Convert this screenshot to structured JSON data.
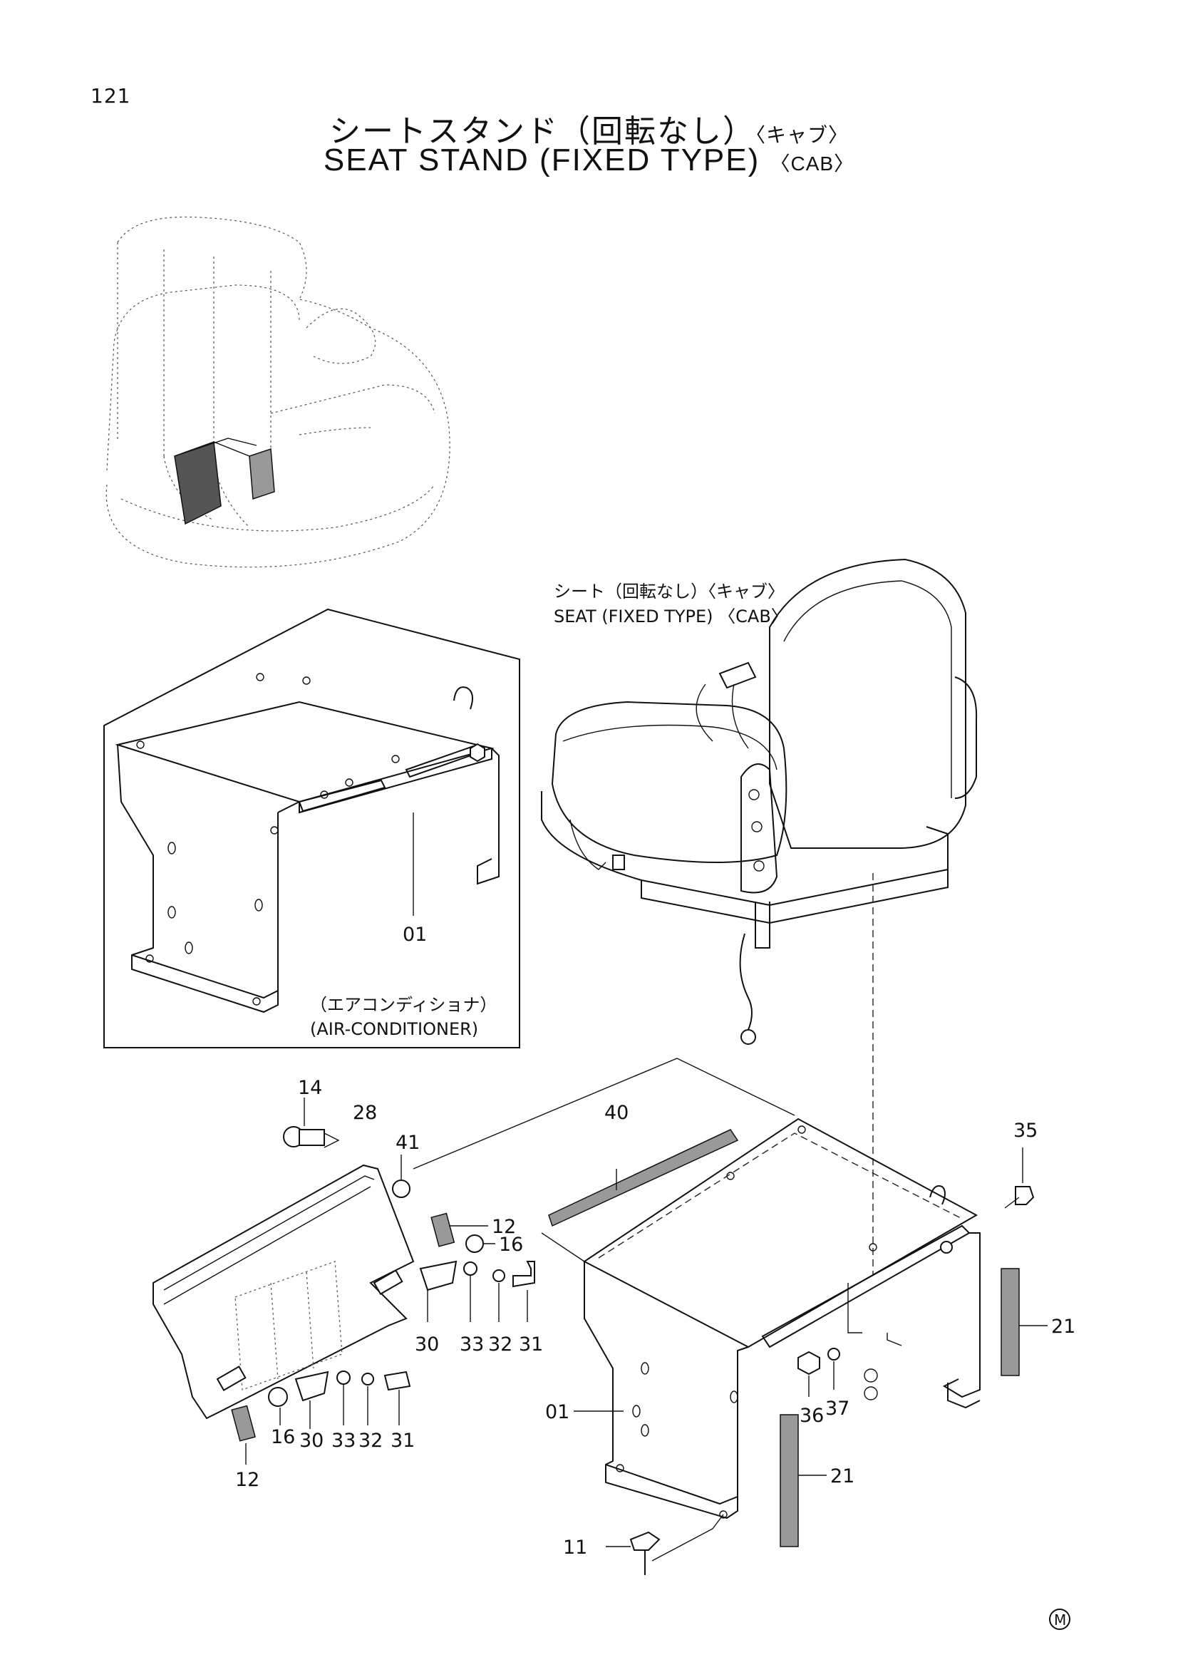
{
  "page_number": "121",
  "title": {
    "japanese": "シートスタンド（回転なし）",
    "japanese_suffix": "〈キャブ〉",
    "english": "SEAT STAND (FIXED TYPE)",
    "english_suffix": "〈CAB〉"
  },
  "seat_label": {
    "japanese": "シート（回転なし）〈キャブ〉",
    "english": "SEAT (FIXED TYPE) 〈CAB〉"
  },
  "inset_label": {
    "japanese": "（エアコンディショナ）",
    "english": "(AIR-CONDITIONER)"
  },
  "callouts": {
    "inset_01": "01",
    "p14": "14",
    "p28": "28",
    "p41": "41",
    "p40": "40",
    "p35": "35",
    "p12_top": "12",
    "p16_top": "16",
    "p30_top": "30",
    "p33_top": "33",
    "p32_top": "32",
    "p31_top": "31",
    "p21_right": "21",
    "p36": "36",
    "p37": "37",
    "p01_main": "01",
    "p12_bottom": "12",
    "p16_bottom": "16",
    "p30_bottom": "30",
    "p33_bottom": "33",
    "p32_bottom": "32",
    "p31_bottom": "31",
    "p21_lower": "21",
    "p11": "11"
  },
  "corner_mark": "M"
}
